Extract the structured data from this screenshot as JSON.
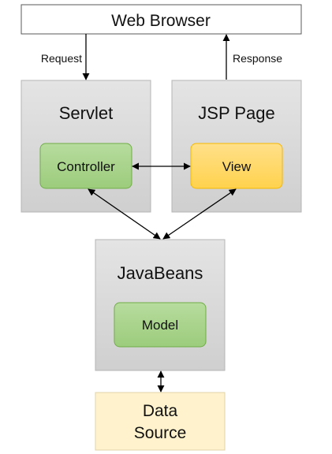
{
  "diagram": {
    "browser": {
      "label": "Web Browser"
    },
    "edges": {
      "request": "Request",
      "response": "Response"
    },
    "servlet": {
      "label": "Servlet",
      "controller": "Controller"
    },
    "jsp": {
      "label": "JSP Page",
      "view": "View"
    },
    "javabeans": {
      "label": "JavaBeans",
      "model": "Model"
    },
    "datasource": {
      "line1": "Data",
      "line2": "Source"
    }
  },
  "colors": {
    "container_fill": "#d9d9d9",
    "container_stroke": "#b7b7b7",
    "green_fill": "#a9d18e",
    "green_stroke": "#70ad47",
    "yellow_fill": "#ffd966",
    "yellow_stroke": "#f5b800",
    "datasource_fill": "#fff2cc",
    "datasource_stroke": "#e0d3a8",
    "arrow": "#000000"
  }
}
